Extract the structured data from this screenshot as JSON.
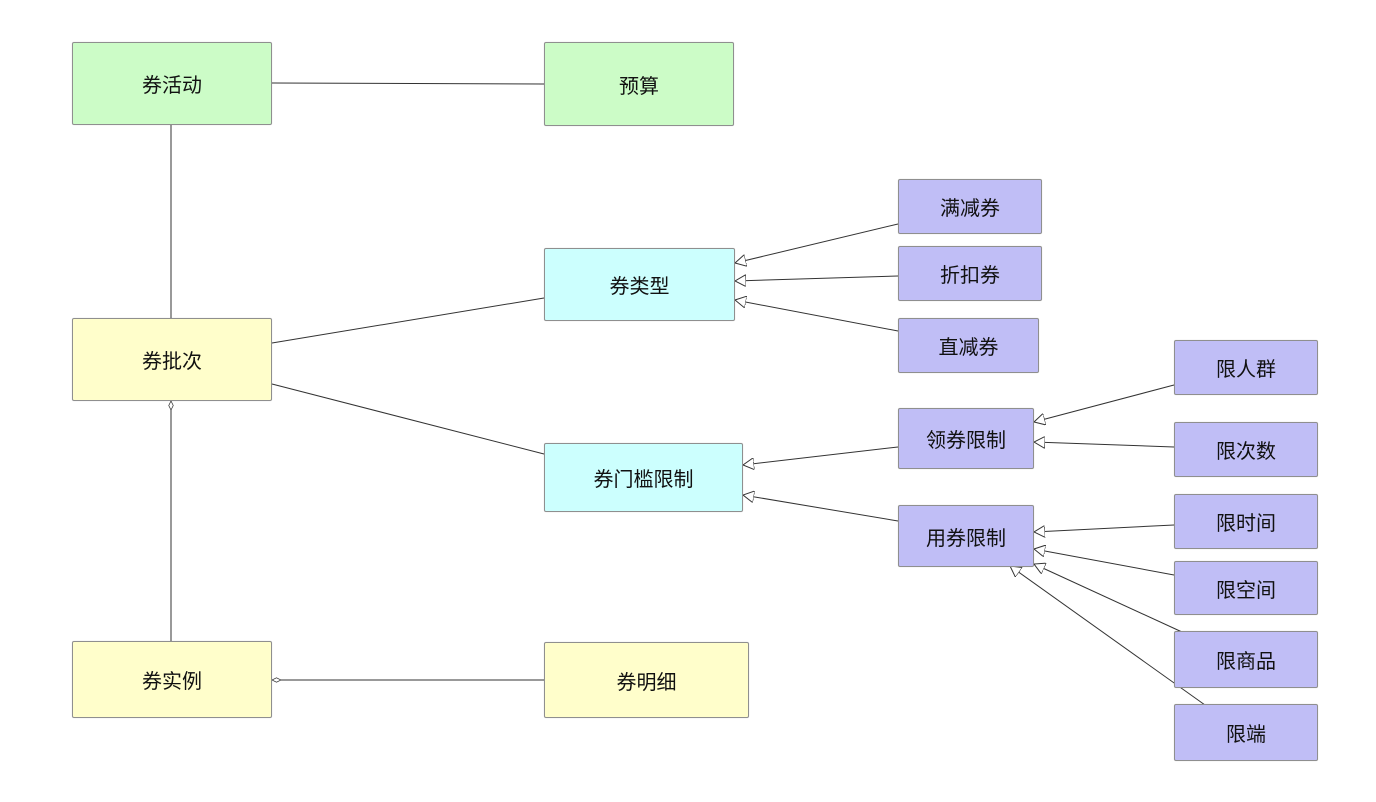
{
  "diagram": {
    "nodes": {
      "coupon_activity": "券活动",
      "budget": "预算",
      "coupon_batch": "券批次",
      "coupon_type": "券类型",
      "coupon_threshold": "券门槛限制",
      "coupon_instance": "券实例",
      "coupon_detail": "券明细",
      "full_reduction": "满减券",
      "discount": "折扣券",
      "direct_reduction": "直减券",
      "claim_limit": "领券限制",
      "use_limit": "用券限制",
      "limit_crowd": "限人群",
      "limit_times": "限次数",
      "limit_time": "限时间",
      "limit_space": "限空间",
      "limit_goods": "限商品",
      "limit_terminal": "限端"
    },
    "colors": {
      "green": "#ccfcc7",
      "yellow": "#fffecb",
      "cyan": "#ccfffe",
      "purple": "#c0bef6",
      "line": "#333333"
    }
  }
}
